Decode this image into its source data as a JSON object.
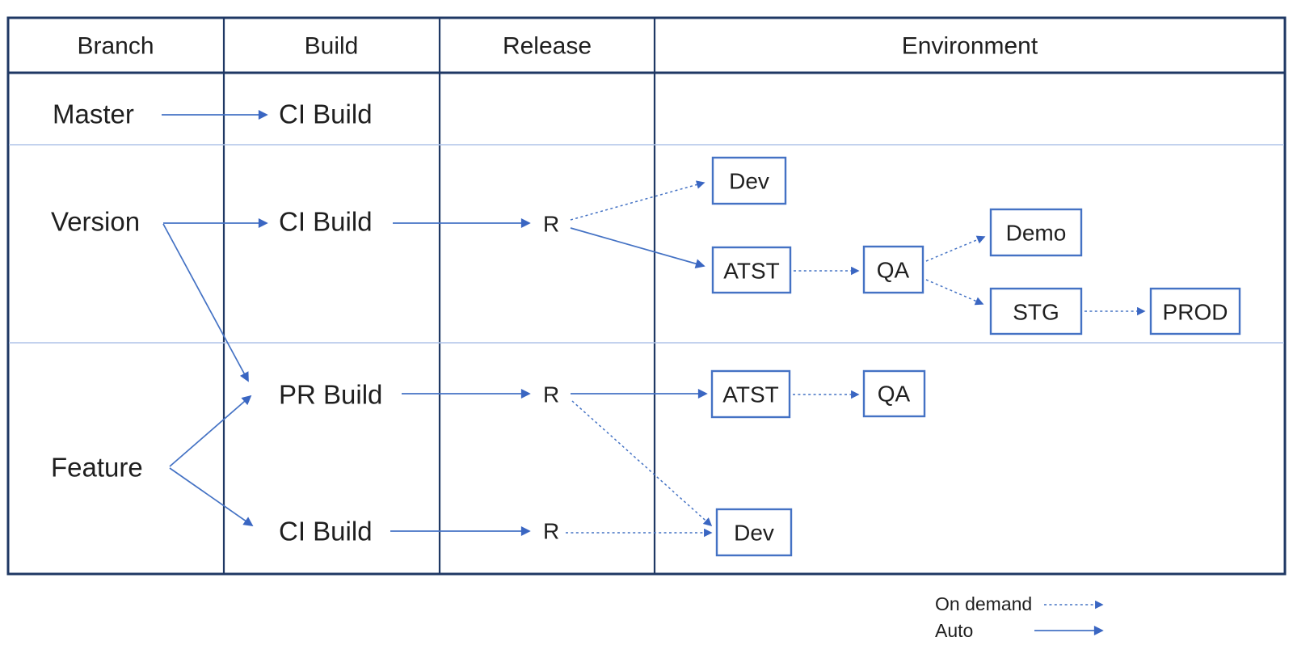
{
  "diagram": {
    "columns": [
      "Branch",
      "Build",
      "Release",
      "Environment"
    ],
    "branches": {
      "master": "Master",
      "version": "Version",
      "feature": "Feature"
    },
    "builds": {
      "master_ci": "CI Build",
      "version_ci": "CI Build",
      "feature_pr": "PR Build",
      "feature_ci": "CI Build"
    },
    "releases": {
      "version_r": "R",
      "pr_r": "R",
      "feature_ci_r": "R"
    },
    "environments": {
      "version_dev": "Dev",
      "version_atst": "ATST",
      "version_qa": "QA",
      "demo": "Demo",
      "stg": "STG",
      "prod": "PROD",
      "feature_atst": "ATST",
      "feature_qa": "QA",
      "feature_dev": "Dev"
    },
    "edges": [
      {
        "from": "Master",
        "to": "CI Build",
        "type": "auto"
      },
      {
        "from": "Version",
        "to": "CI Build",
        "type": "auto"
      },
      {
        "from": "Version",
        "to": "PR Build",
        "type": "auto"
      },
      {
        "from": "CI Build (Version)",
        "to": "R",
        "type": "auto"
      },
      {
        "from": "R (Version)",
        "to": "Dev",
        "type": "on_demand"
      },
      {
        "from": "R (Version)",
        "to": "ATST",
        "type": "auto"
      },
      {
        "from": "ATST (Version)",
        "to": "QA",
        "type": "on_demand"
      },
      {
        "from": "QA (Version)",
        "to": "Demo",
        "type": "on_demand"
      },
      {
        "from": "QA (Version)",
        "to": "STG",
        "type": "on_demand"
      },
      {
        "from": "STG",
        "to": "PROD",
        "type": "on_demand"
      },
      {
        "from": "Feature",
        "to": "PR Build",
        "type": "auto"
      },
      {
        "from": "Feature",
        "to": "CI Build",
        "type": "auto"
      },
      {
        "from": "PR Build",
        "to": "R",
        "type": "auto"
      },
      {
        "from": "R (PR Build)",
        "to": "ATST",
        "type": "auto"
      },
      {
        "from": "ATST (Feature)",
        "to": "QA",
        "type": "on_demand"
      },
      {
        "from": "R (PR Build)",
        "to": "Dev",
        "type": "on_demand"
      },
      {
        "from": "CI Build (Feature)",
        "to": "R",
        "type": "auto"
      },
      {
        "from": "R (Feature CI)",
        "to": "Dev",
        "type": "on_demand"
      }
    ],
    "legend": {
      "on_demand_label": "On demand",
      "auto_label": "Auto"
    },
    "colors": {
      "accent_blue": "#4472C4",
      "table_border": "#1F3864",
      "row_separator": "#AFC3E8",
      "text": "#1F1F1F",
      "background": "#FFFFFF"
    }
  }
}
